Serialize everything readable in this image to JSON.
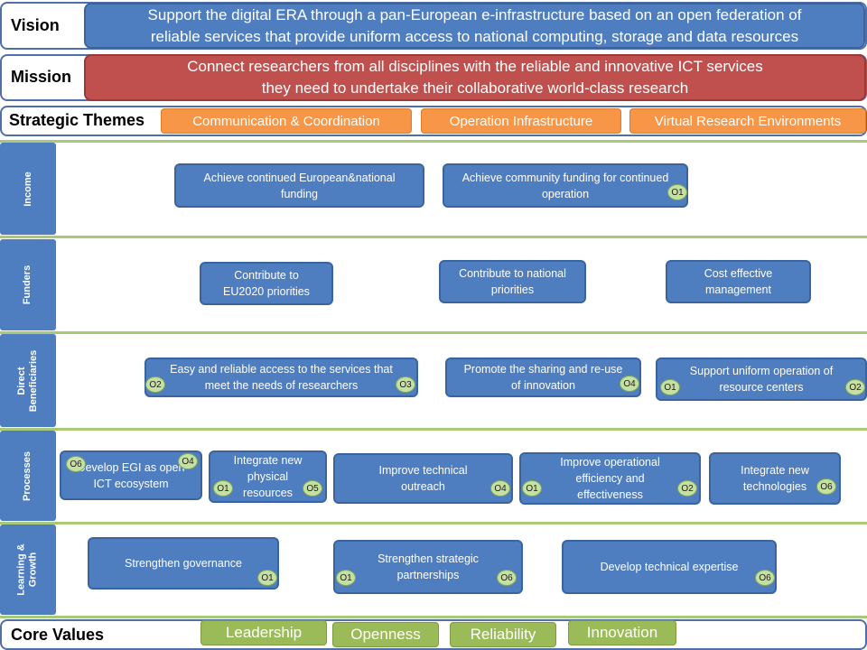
{
  "vision": {
    "label": "Vision",
    "line1": "Support the digital ERA through a pan-European e-infrastructure based on an open federation of",
    "line2": "reliable services that provide uniform access to national computing, storage and data resources"
  },
  "mission": {
    "label": "Mission",
    "line1": "Connect researchers from all disciplines with the reliable and innovative ICT services",
    "line2": "they need to undertake their collaborative world-class research"
  },
  "strategic_themes": {
    "label": "Strategic Themes",
    "items": [
      "Communication & Coordination",
      "Operation Infrastructure",
      "Virtual Research Environments"
    ]
  },
  "rows": {
    "income": "Income",
    "funders": "Funders",
    "beneficiaries_1": "Direct",
    "beneficiaries_2": "Beneficiaries",
    "processes": "Processes",
    "learning_1": "Learning &",
    "learning_2": "Growth"
  },
  "objectives": {
    "income_1": "Achieve continued European&national funding",
    "income_2": "Achieve community funding for continued operation",
    "funders_1": "Contribute to EU2020 priorities",
    "funders_2": "Contribute to national priorities",
    "funders_3": "Cost effective management",
    "benef_1": "Easy and reliable access to the services that meet the needs of researchers",
    "benef_2": "Promote the sharing and re-use of innovation",
    "benef_3": "Support uniform operation of resource centers",
    "proc_1": "Develop EGI as open ICT ecosystem",
    "proc_2": "Integrate new physical resources",
    "proc_3": "Improve technical outreach",
    "proc_4": "Improve operational efficiency and effectiveness",
    "proc_5": "Integrate new technologies",
    "learn_1": "Strengthen governance",
    "learn_2": "Strengthen strategic partnerships",
    "learn_3": "Develop technical expertise"
  },
  "badges": {
    "o1": "O1",
    "o2": "O2",
    "o3": "O3",
    "o4": "O4",
    "o5": "O5",
    "o6": "O6"
  },
  "core_values": {
    "label": "Core Values",
    "items": [
      "Leadership",
      "Openness",
      "Reliability",
      "Innovation"
    ]
  },
  "colors": {
    "vision": "#4f7ec0",
    "mission": "#c0504d",
    "theme": "#f79646",
    "value": "#9bbb59",
    "objective": "#4f7ec0",
    "badge": "#c6e0a4"
  }
}
